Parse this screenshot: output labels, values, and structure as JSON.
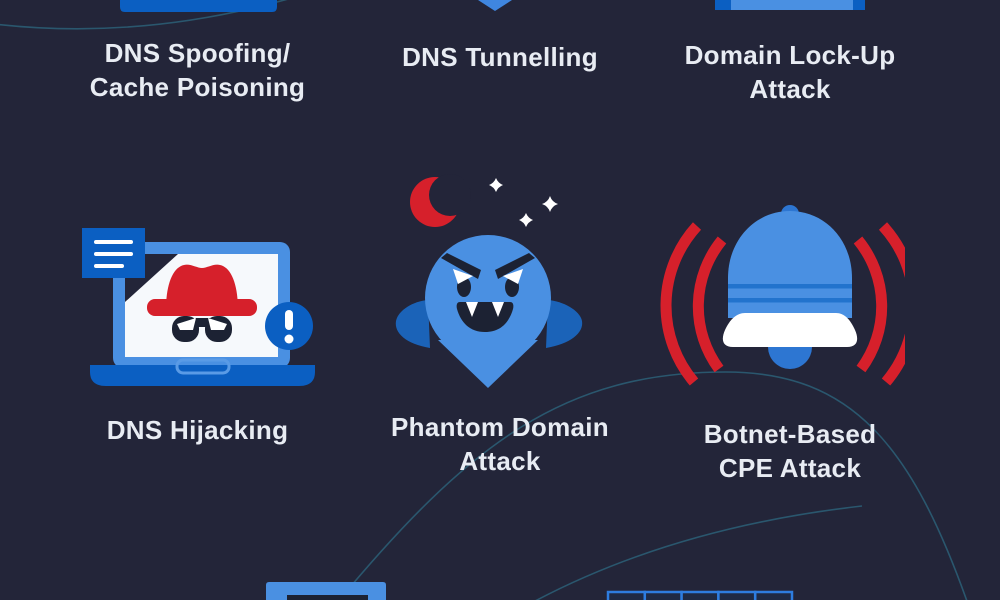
{
  "palette": {
    "background": "#232539",
    "light_blue": "#4a90e2",
    "dark_blue": "#0b5fc2",
    "mid_blue": "#2d76d2",
    "stripe_blue": "#2273cd",
    "fin_blue": "#1b63b8",
    "red": "#d6202b",
    "ink": "#1c2233",
    "white": "#ffffff",
    "screen_white": "#f6f9fc",
    "text": "#e8ecf3",
    "arc_teal": "#2c6078",
    "grid_stroke": "#2e7de0"
  },
  "cards": [
    {
      "id": "dns-spoofing-cache-poisoning",
      "icon": "blue-bar-fragment-icon",
      "label_lines": [
        "DNS Spoofing/",
        "Cache Poisoning"
      ]
    },
    {
      "id": "dns-tunnelling",
      "icon": "pin-tip-fragment-icon",
      "label_lines": [
        "DNS Tunnelling"
      ]
    },
    {
      "id": "domain-lock-up-attack",
      "icon": "lock-bar-fragment-icon",
      "label_lines": [
        "Domain Lock-Up",
        "Attack"
      ]
    },
    {
      "id": "dns-hijacking",
      "icon": "hacker-laptop-icon",
      "label_lines": [
        "DNS Hijacking"
      ]
    },
    {
      "id": "phantom-domain-attack",
      "icon": "phantom-ghost-pin-icon",
      "label_lines": [
        "Phantom Domain",
        "Attack"
      ]
    },
    {
      "id": "botnet-based-cpe-attack",
      "icon": "ringing-bell-icon",
      "label_lines": [
        "Botnet-Based",
        "CPE Attack"
      ]
    }
  ],
  "bottom_fragments": [
    {
      "id": "monitor-top-fragment"
    },
    {
      "id": "table-grid-fragment"
    }
  ]
}
